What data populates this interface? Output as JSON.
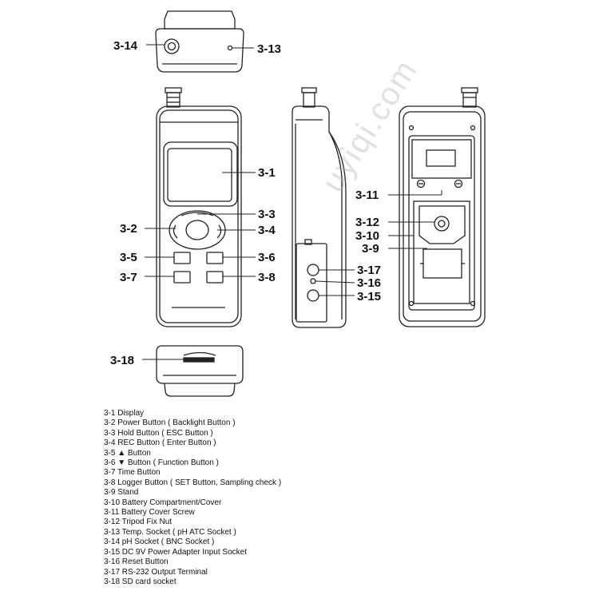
{
  "callouts": {
    "c3_1": "3-1",
    "c3_2": "3-2",
    "c3_3": "3-3",
    "c3_4": "3-4",
    "c3_5": "3-5",
    "c3_6": "3-6",
    "c3_7": "3-7",
    "c3_8": "3-8",
    "c3_9": "3-9",
    "c3_10": "3-10",
    "c3_11": "3-11",
    "c3_12": "3-12",
    "c3_13": "3-13",
    "c3_14": "3-14",
    "c3_15": "3-15",
    "c3_16": "3-16",
    "c3_17": "3-17",
    "c3_18": "3-18"
  },
  "legend": [
    "3-1 Display",
    "3-2 Power Button ( Backlight Button )",
    "3-3 Hold Button ( ESC Button )",
    "3-4 REC Button ( Enter Button )",
    "3-5 ▲ Button",
    "3-6 ▼ Button ( Function Button )",
    "3-7 Time Button",
    "3-8 Logger Button ( SET Button, Sampling check )",
    "3-9 Stand",
    "3-10 Battery Compartment/Cover",
    "3-11 Battery Cover Screw",
    "3-12 Tripod Fix Nut",
    "3-13 Temp. Socket ( pH ATC Socket )",
    "3-14 pH Socket ( BNC Socket )",
    "3-15 DC 9V Power Adapter Input Socket",
    "3-16 Reset Button",
    "3-17 RS-232 Output Terminal",
    "3-18 SD card socket"
  ],
  "watermark": "uyiqi.com",
  "colors": {
    "line": "#222222",
    "background": "#ffffff"
  }
}
